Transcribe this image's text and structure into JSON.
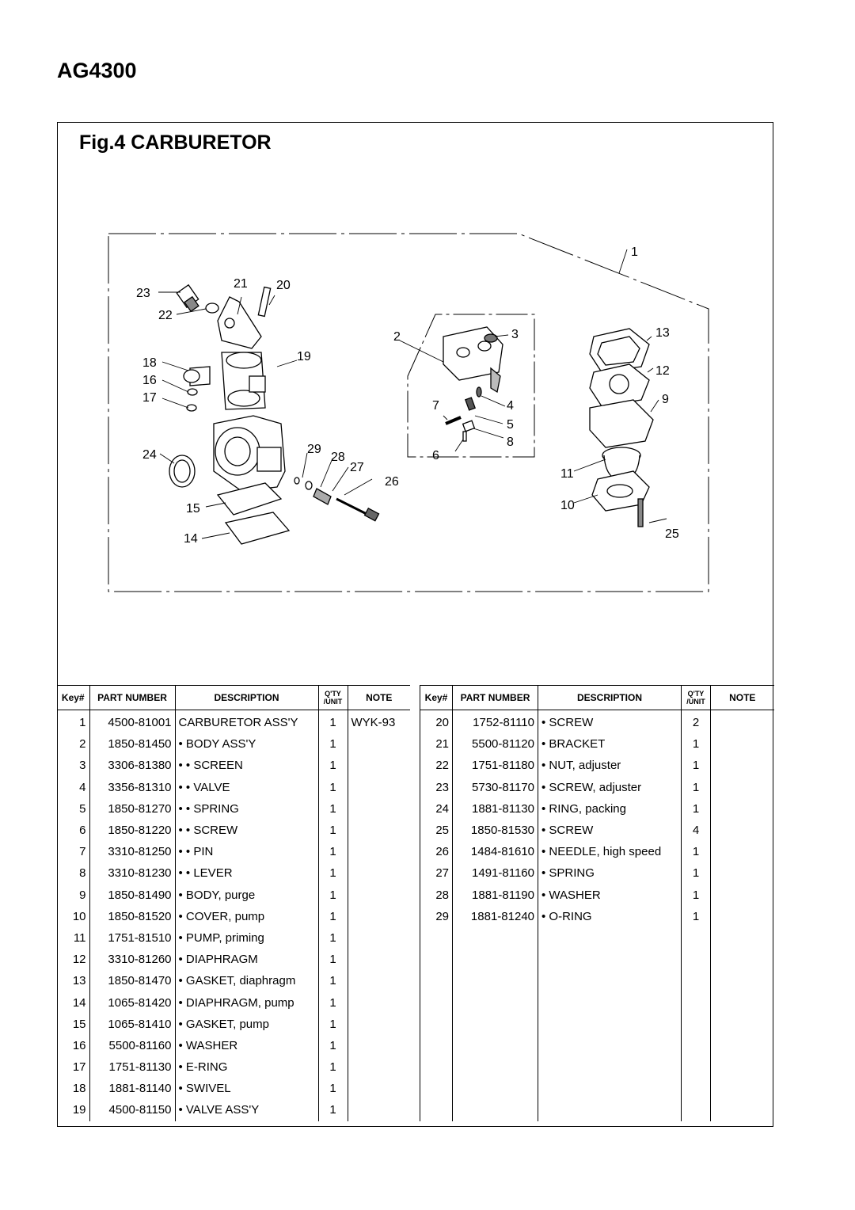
{
  "header": {
    "model": "AG4300"
  },
  "figure": {
    "title": "Fig.4  CARBURETOR",
    "callouts": [
      "1",
      "2",
      "3",
      "4",
      "5",
      "6",
      "7",
      "8",
      "9",
      "10",
      "11",
      "12",
      "13",
      "14",
      "15",
      "16",
      "17",
      "18",
      "19",
      "20",
      "21",
      "22",
      "23",
      "24",
      "25",
      "26",
      "27",
      "28",
      "29"
    ]
  },
  "table": {
    "headers": {
      "key": "Key#",
      "part_number": "PART NUMBER",
      "description": "DESCRIPTION",
      "qty_top": "Q'TY",
      "qty_bottom": "/UNIT",
      "note": "NOTE"
    },
    "left_rows": [
      {
        "key": "1",
        "pn": "4500-81001",
        "desc": "CARBURETOR ASS'Y",
        "qty": "1",
        "note": "WYK-93"
      },
      {
        "key": "2",
        "pn": "1850-81450",
        "desc": "• BODY ASS'Y",
        "qty": "1",
        "note": ""
      },
      {
        "key": "3",
        "pn": "3306-81380",
        "desc": "• • SCREEN",
        "qty": "1",
        "note": ""
      },
      {
        "key": "4",
        "pn": "3356-81310",
        "desc": "• • VALVE",
        "qty": "1",
        "note": ""
      },
      {
        "key": "5",
        "pn": "1850-81270",
        "desc": "• • SPRING",
        "qty": "1",
        "note": ""
      },
      {
        "key": "6",
        "pn": "1850-81220",
        "desc": "• • SCREW",
        "qty": "1",
        "note": ""
      },
      {
        "key": "7",
        "pn": "3310-81250",
        "desc": "• • PIN",
        "qty": "1",
        "note": ""
      },
      {
        "key": "8",
        "pn": "3310-81230",
        "desc": "• • LEVER",
        "qty": "1",
        "note": ""
      },
      {
        "key": "9",
        "pn": "1850-81490",
        "desc": "• BODY, purge",
        "qty": "1",
        "note": ""
      },
      {
        "key": "10",
        "pn": "1850-81520",
        "desc": "• COVER, pump",
        "qty": "1",
        "note": ""
      },
      {
        "key": "11",
        "pn": "1751-81510",
        "desc": "• PUMP, priming",
        "qty": "1",
        "note": ""
      },
      {
        "key": "12",
        "pn": "3310-81260",
        "desc": "• DIAPHRAGM",
        "qty": "1",
        "note": ""
      },
      {
        "key": "13",
        "pn": "1850-81470",
        "desc": "• GASKET, diaphragm",
        "qty": "1",
        "note": ""
      },
      {
        "key": "14",
        "pn": "1065-81420",
        "desc": "• DIAPHRAGM, pump",
        "qty": "1",
        "note": ""
      },
      {
        "key": "15",
        "pn": "1065-81410",
        "desc": "• GASKET, pump",
        "qty": "1",
        "note": ""
      },
      {
        "key": "16",
        "pn": "5500-81160",
        "desc": "• WASHER",
        "qty": "1",
        "note": ""
      },
      {
        "key": "17",
        "pn": "1751-81130",
        "desc": "• E-RING",
        "qty": "1",
        "note": ""
      },
      {
        "key": "18",
        "pn": "1881-81140",
        "desc": "• SWIVEL",
        "qty": "1",
        "note": ""
      },
      {
        "key": "19",
        "pn": "4500-81150",
        "desc": "• VALVE ASS'Y",
        "qty": "1",
        "note": ""
      }
    ],
    "right_rows": [
      {
        "key": "20",
        "pn": "1752-81110",
        "desc": "• SCREW",
        "qty": "2",
        "note": ""
      },
      {
        "key": "21",
        "pn": "5500-81120",
        "desc": "• BRACKET",
        "qty": "1",
        "note": ""
      },
      {
        "key": "22",
        "pn": "1751-81180",
        "desc": "• NUT, adjuster",
        "qty": "1",
        "note": ""
      },
      {
        "key": "23",
        "pn": "5730-81170",
        "desc": "• SCREW, adjuster",
        "qty": "1",
        "note": ""
      },
      {
        "key": "24",
        "pn": "1881-81130",
        "desc": "• RING, packing",
        "qty": "1",
        "note": ""
      },
      {
        "key": "25",
        "pn": "1850-81530",
        "desc": "• SCREW",
        "qty": "4",
        "note": ""
      },
      {
        "key": "26",
        "pn": "1484-81610",
        "desc": "• NEEDLE, high speed",
        "qty": "1",
        "note": ""
      },
      {
        "key": "27",
        "pn": "1491-81160",
        "desc": "• SPRING",
        "qty": "1",
        "note": ""
      },
      {
        "key": "28",
        "pn": "1881-81190",
        "desc": "• WASHER",
        "qty": "1",
        "note": ""
      },
      {
        "key": "29",
        "pn": "1881-81240",
        "desc": "• O-RING",
        "qty": "1",
        "note": ""
      },
      {
        "key": "",
        "pn": "",
        "desc": "",
        "qty": "",
        "note": ""
      },
      {
        "key": "",
        "pn": "",
        "desc": "",
        "qty": "",
        "note": ""
      },
      {
        "key": "",
        "pn": "",
        "desc": "",
        "qty": "",
        "note": ""
      },
      {
        "key": "",
        "pn": "",
        "desc": "",
        "qty": "",
        "note": ""
      },
      {
        "key": "",
        "pn": "",
        "desc": "",
        "qty": "",
        "note": ""
      },
      {
        "key": "",
        "pn": "",
        "desc": "",
        "qty": "",
        "note": ""
      },
      {
        "key": "",
        "pn": "",
        "desc": "",
        "qty": "",
        "note": ""
      },
      {
        "key": "",
        "pn": "",
        "desc": "",
        "qty": "",
        "note": ""
      },
      {
        "key": "",
        "pn": "",
        "desc": "",
        "qty": "",
        "note": ""
      }
    ]
  }
}
